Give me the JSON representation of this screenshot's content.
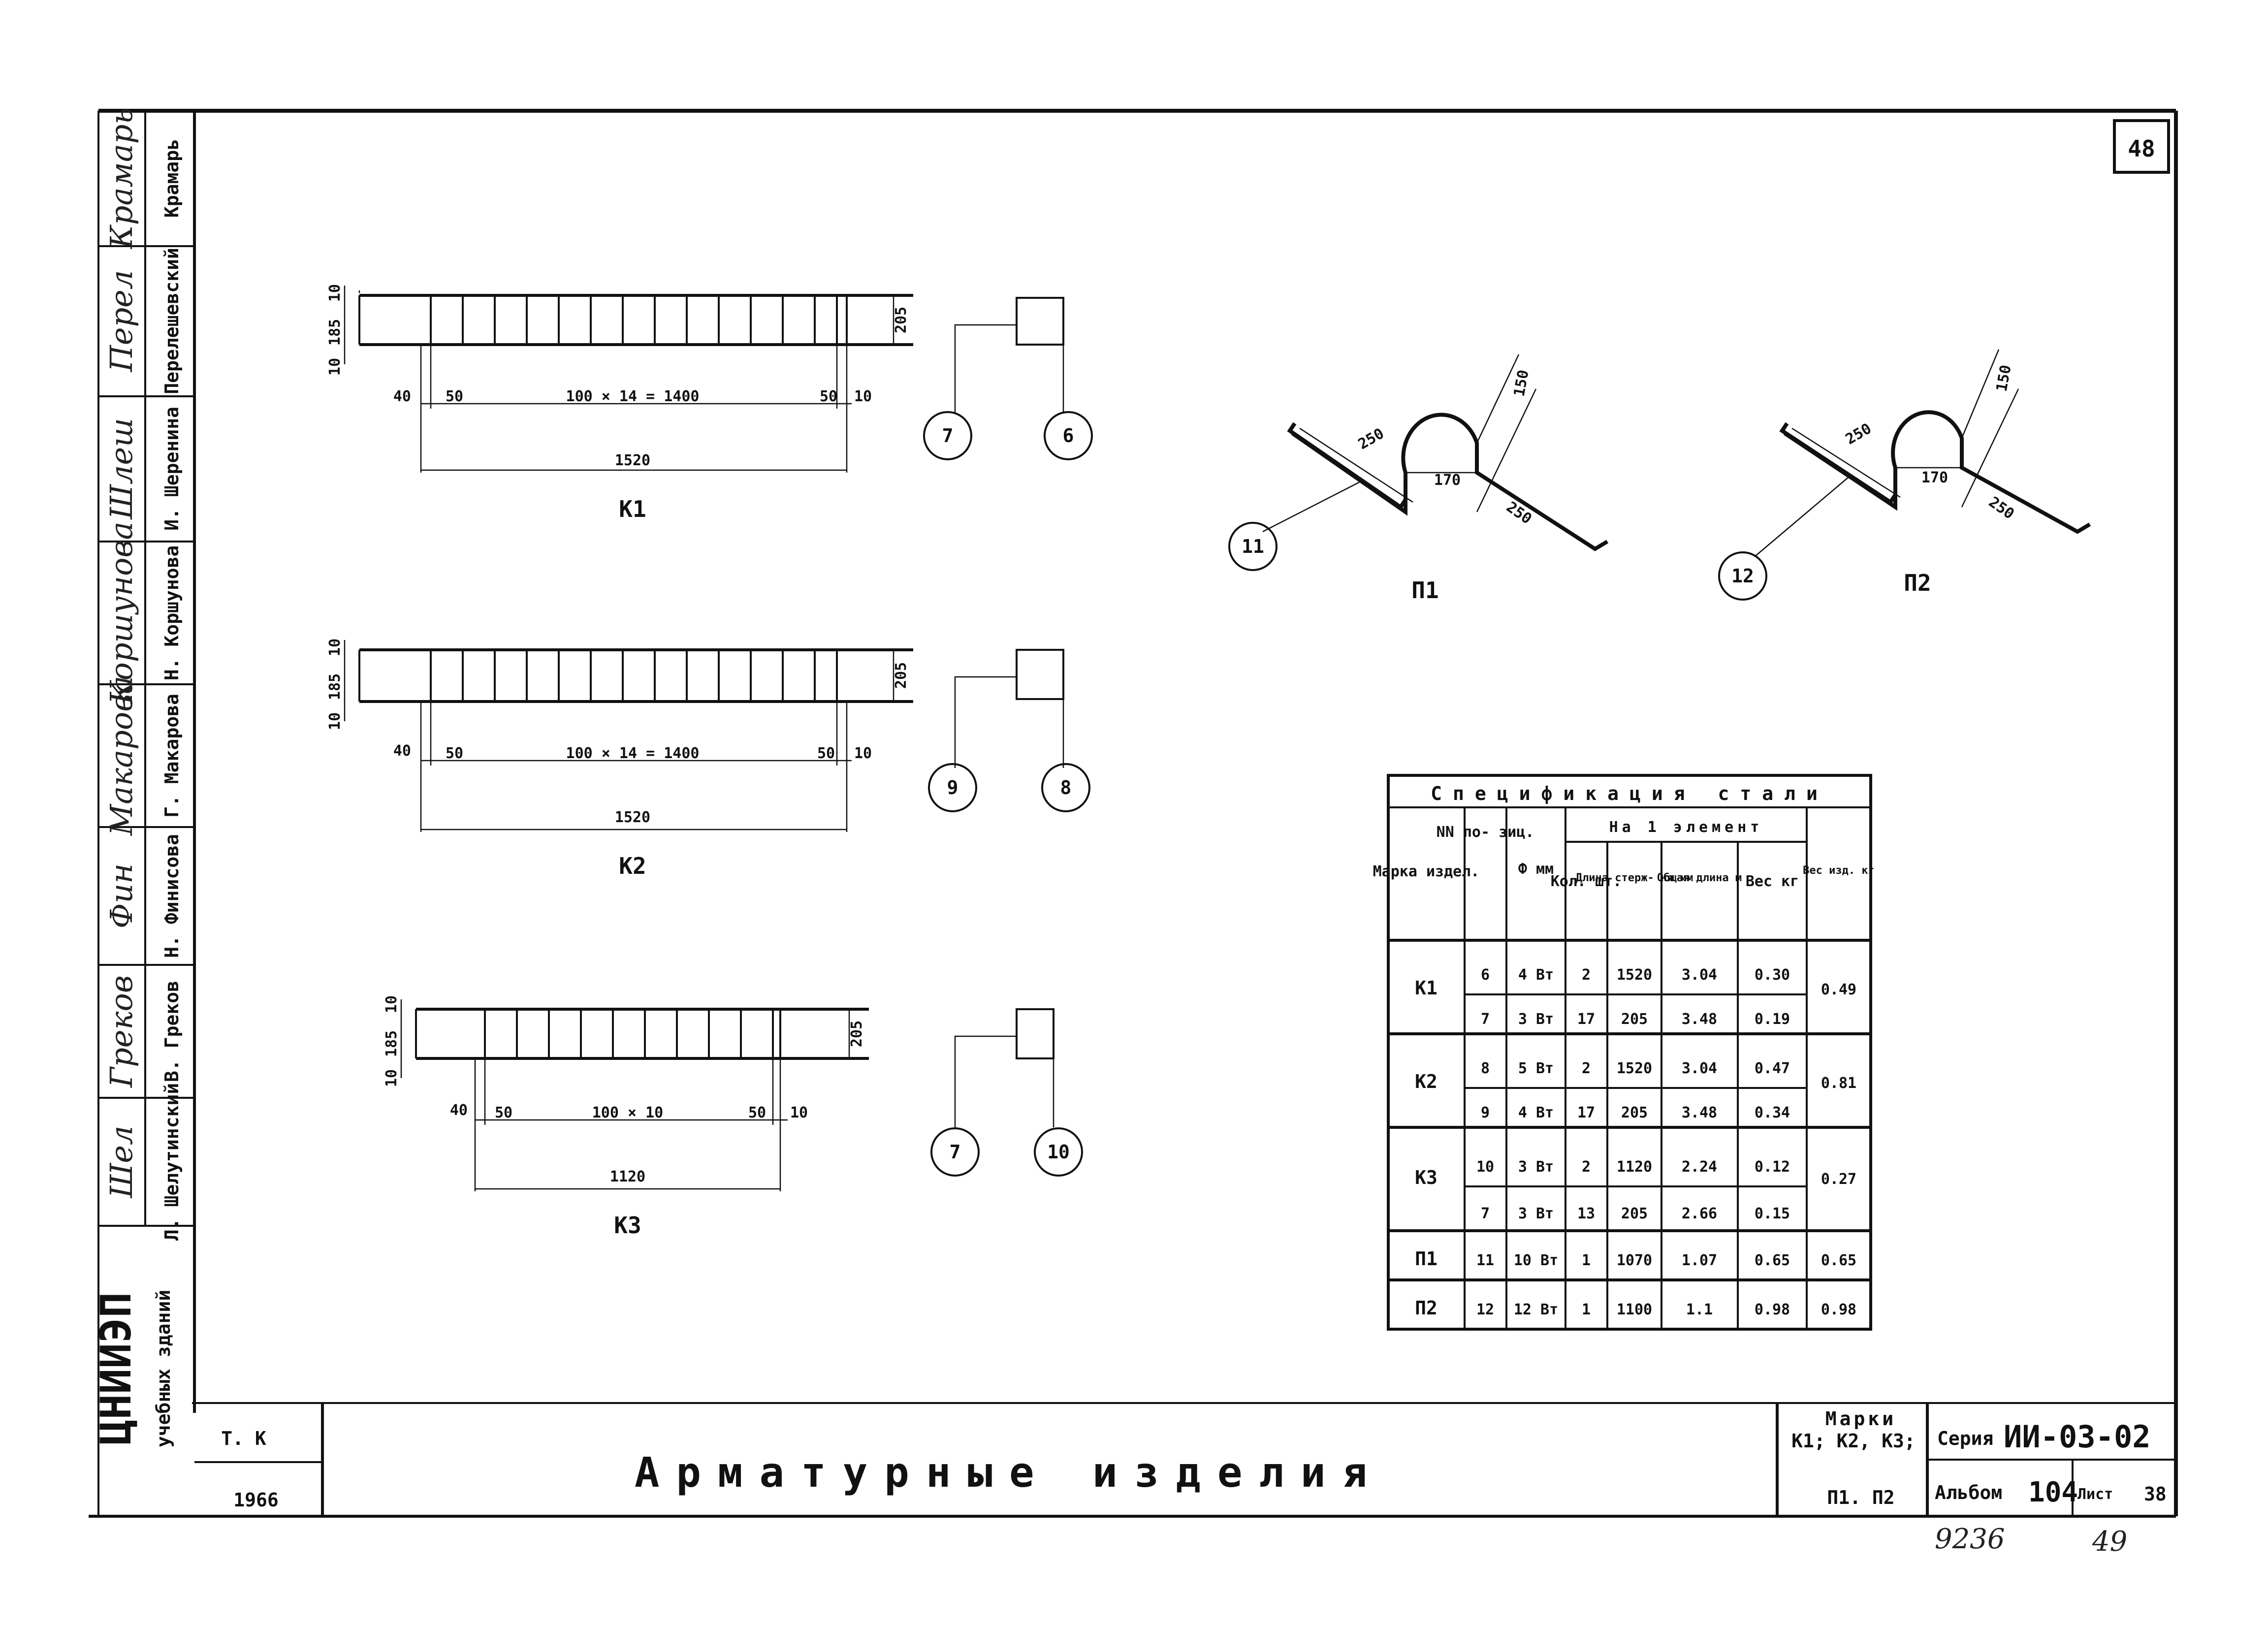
{
  "sheet_number": "48",
  "stamps": [
    {
      "name": "Крамарь",
      "signature": "Крамарь"
    },
    {
      "name": "Перелешевский",
      "signature": "Перел"
    },
    {
      "name": "И. Шеренина",
      "signature": "Шлеш"
    },
    {
      "name": "Н. Коршунова",
      "signature": "Коршунова"
    },
    {
      "name": "Г. Макарова",
      "signature": "Макарова"
    },
    {
      "name": "Н. Финисова",
      "signature": "Фин"
    },
    {
      "name": "В. Греков",
      "signature": "Греков"
    },
    {
      "name": "Л. Шелутинский",
      "signature": "Шел"
    }
  ],
  "org": {
    "name": "ЦНИИЭП",
    "subtitle": "учебных зданий"
  },
  "frames": [
    {
      "mark": "К1",
      "dim_h1": "10",
      "dim_h2": "185",
      "dim_h3": "10",
      "dim_right": "205",
      "dim_left_off": "40",
      "dim_gap_l": "50",
      "dim_span": "100 × 14 = 1400",
      "dim_gap_r": "50",
      "dim_right_off": "10",
      "dim_total": "1520",
      "bar_long": "7",
      "bar_cross": "6"
    },
    {
      "mark": "К2",
      "dim_h1": "10",
      "dim_h2": "185",
      "dim_h3": "10",
      "dim_right": "205",
      "dim_left_off": "40",
      "dim_gap_l": "50",
      "dim_span": "100 × 14 = 1400",
      "dim_gap_r": "50",
      "dim_right_off": "10",
      "dim_total": "1520",
      "bar_long": "9",
      "bar_cross": "8"
    },
    {
      "mark": "К3",
      "dim_h1": "10",
      "dim_h2": "185",
      "dim_h3": "10",
      "dim_right": "205",
      "dim_left_off": "40",
      "dim_gap_l": "50",
      "dim_span": "100 × 10",
      "dim_gap_r": "50",
      "dim_right_off": "10",
      "dim_total": "1120",
      "bar_long": "7",
      "bar_cross": "10"
    }
  ],
  "loops": [
    {
      "mark": "П1",
      "pos": "11",
      "dim_arm": "250",
      "dim_width": "170",
      "dim_height": "150",
      "dim_leg": "250"
    },
    {
      "mark": "П2",
      "pos": "12",
      "dim_arm": "250",
      "dim_width": "170",
      "dim_height": "150",
      "dim_leg": "250"
    }
  ],
  "spec": {
    "title": "Спецификация стали",
    "headers": {
      "mark": "Марка издел.",
      "pos": "NN по- зиц.",
      "dia": "Ф мм",
      "group": "На 1 элемент",
      "qty": "Кол. шт.",
      "len": "Длина стерж- ня мм",
      "total": "Общая длина м",
      "weight": "Вес кг",
      "item_weight": "Вес изд. кг"
    },
    "rows": [
      {
        "mark": "К1",
        "item_weight": "0.49",
        "lines": [
          {
            "pos": "6",
            "dia": "4 Вт",
            "qty": "2",
            "len": "1520",
            "total": "3.04",
            "weight": "0.30"
          },
          {
            "pos": "7",
            "dia": "3 Вт",
            "qty": "17",
            "len": "205",
            "total": "3.48",
            "weight": "0.19"
          }
        ]
      },
      {
        "mark": "К2",
        "item_weight": "0.81",
        "lines": [
          {
            "pos": "8",
            "dia": "5 Вт",
            "qty": "2",
            "len": "1520",
            "total": "3.04",
            "weight": "0.47"
          },
          {
            "pos": "9",
            "dia": "4 Вт",
            "qty": "17",
            "len": "205",
            "total": "3.48",
            "weight": "0.34"
          }
        ]
      },
      {
        "mark": "К3",
        "item_weight": "0.27",
        "lines": [
          {
            "pos": "10",
            "dia": "3 Вт",
            "qty": "2",
            "len": "1120",
            "total": "2.24",
            "weight": "0.12"
          },
          {
            "pos": "7",
            "dia": "3 Вт",
            "qty": "13",
            "len": "205",
            "total": "2.66",
            "weight": "0.15"
          }
        ]
      },
      {
        "mark": "П1",
        "item_weight": "0.65",
        "lines": [
          {
            "pos": "11",
            "dia": "10 Вт",
            "qty": "1",
            "len": "1070",
            "total": "1.07",
            "weight": "0.65"
          }
        ]
      },
      {
        "mark": "П2",
        "item_weight": "0.98",
        "lines": [
          {
            "pos": "12",
            "dia": "12 Вт",
            "qty": "1",
            "len": "1100",
            "total": "1.1",
            "weight": "0.98"
          }
        ]
      }
    ]
  },
  "title_block": {
    "code": "Т. К",
    "year": "1966",
    "title": "Арматурные изделия",
    "marks_label": "Марки",
    "marks_line1": "К1; К2, К3;",
    "marks_line2": "П1. П2",
    "series_label": "Серия",
    "series_value": "ИИ-03-02",
    "album_label": "Альбом",
    "album_value": "104",
    "sheet_label": "Лист",
    "sheet_value": "38"
  },
  "handwritten": {
    "inventory": "9236",
    "page": "49"
  }
}
